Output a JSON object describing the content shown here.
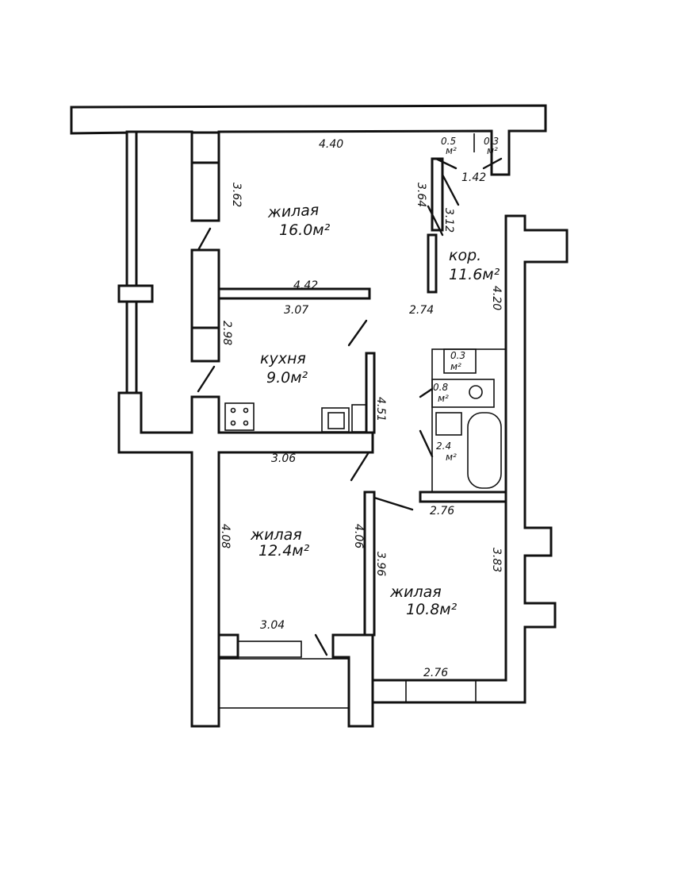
{
  "rooms": {
    "living1_name": "жилая",
    "living1_area": "16.0м²",
    "corridor_name": "кор.",
    "corridor_area": "11.6м²",
    "kitchen_name": "кухня",
    "kitchen_area": "9.0м²",
    "living2_name": "жилая",
    "living2_area": "12.4м²",
    "living3_name": "жилая",
    "living3_area": "10.8м²",
    "closet1_area": "0.5",
    "closet1_unit": "м²",
    "closet2_area": "0.3",
    "closet2_unit": "м²",
    "closet3_area": "0.3",
    "closet3_unit": "м²",
    "wc_area": "0.8",
    "wc_unit": "м²",
    "bath_area": "2.4",
    "bath_unit": "м²"
  },
  "dimensions": {
    "d_440": "4.40",
    "d_362": "3.62",
    "d_364": "3.64",
    "d_312": "3.12",
    "d_142": "1.42",
    "d_442": "4.42",
    "d_307": "3.07",
    "d_274": "2.74",
    "d_298": "2.98",
    "d_420": "4.20",
    "d_451": "4.51",
    "d_306": "3.06",
    "d_276a": "2.76",
    "d_408": "4.08",
    "d_406": "4.06",
    "d_396": "3.96",
    "d_383": "3.83",
    "d_304": "3.04",
    "d_276b": "2.76"
  }
}
